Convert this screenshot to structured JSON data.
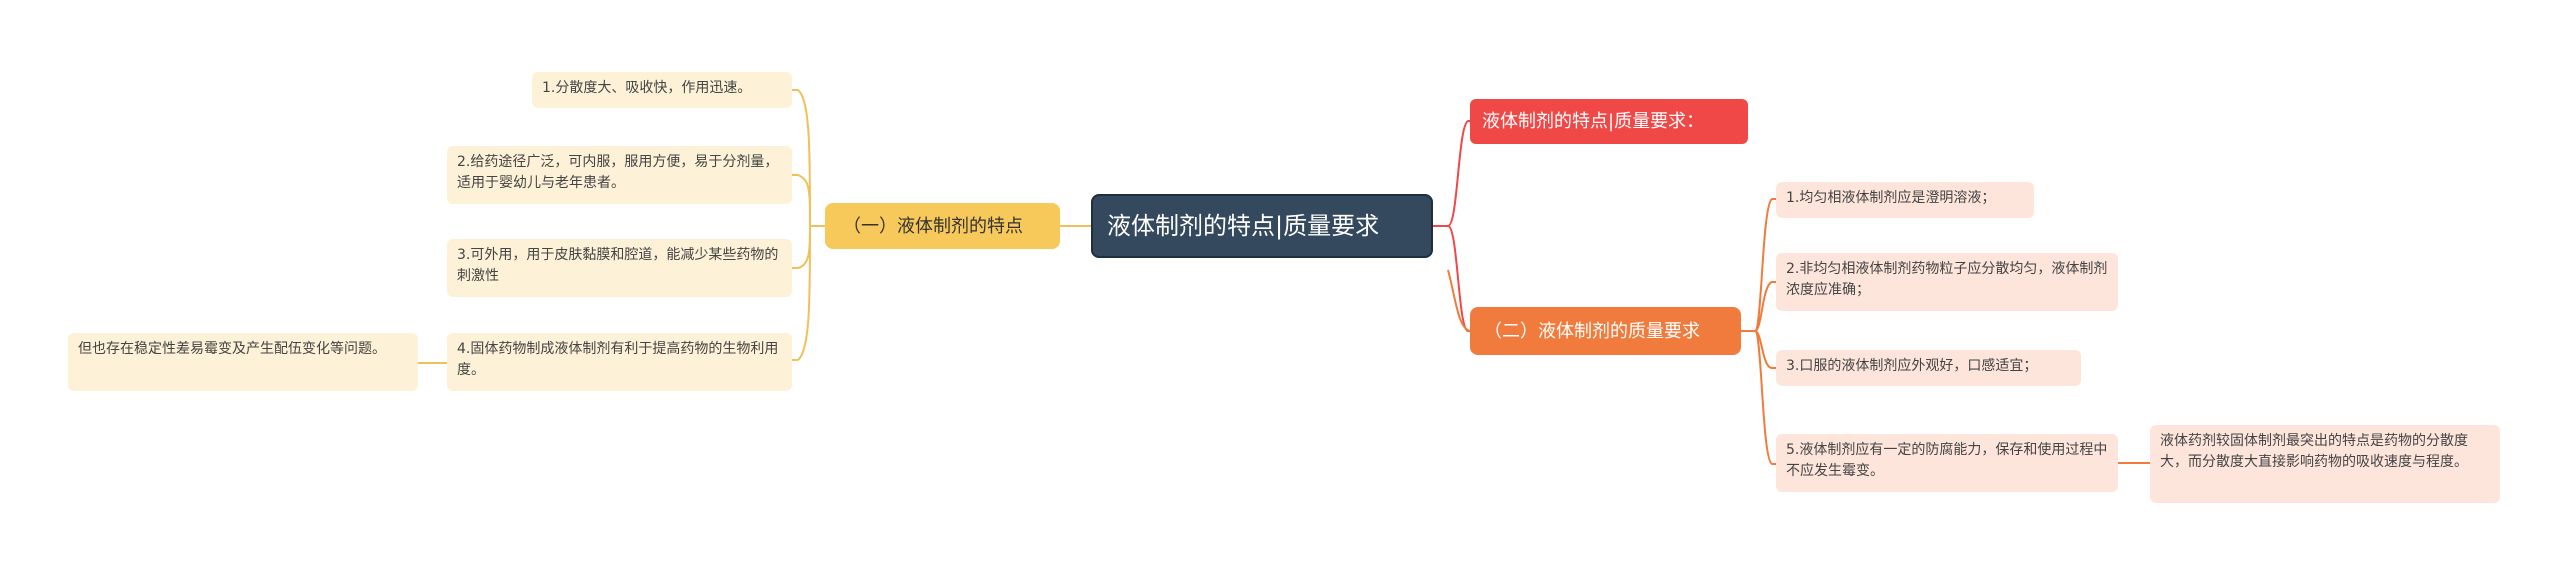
{
  "root": {
    "label": "液体制剂的特点|质量要求"
  },
  "left_branch": {
    "label": "（一）液体制剂的特点",
    "items": [
      {
        "text": "1.分散度大、吸收快，作用迅速。"
      },
      {
        "text": "2.给药途径广泛，可内服，服用方便，易于分剂量，适用于婴幼儿与老年患者。"
      },
      {
        "text": "3.可外用，用于皮肤黏膜和腔道，能减少某些药物的刺激性"
      },
      {
        "text": "4.固体药物制成液体制剂有利于提高药物的生物利用度。"
      }
    ],
    "sub_note": "但也存在稳定性差易霉变及产生配伍变化等问题。"
  },
  "right_top": {
    "label": "液体制剂的特点|质量要求："
  },
  "right_branch": {
    "label": "（二）液体制剂的质量要求",
    "items": [
      {
        "text": "1.均匀相液体制剂应是澄明溶液；"
      },
      {
        "text": "2.非均匀相液体制剂药物粒子应分散均匀，液体制剂浓度应准确；"
      },
      {
        "text": "3.口服的液体制剂应外观好，口感适宜；"
      },
      {
        "text": "5.液体制剂应有一定的防腐能力，保存和使用过程中不应发生霉变。"
      }
    ],
    "sub_note": "液体药剂较固体制剂最突出的特点是药物的分散度大，而分散度大直接影响药物的吸收速度与程度。"
  },
  "colors": {
    "left": "#f0c15a",
    "red": "#f04747",
    "orange": "#f07b3c",
    "root": "#34495e"
  }
}
